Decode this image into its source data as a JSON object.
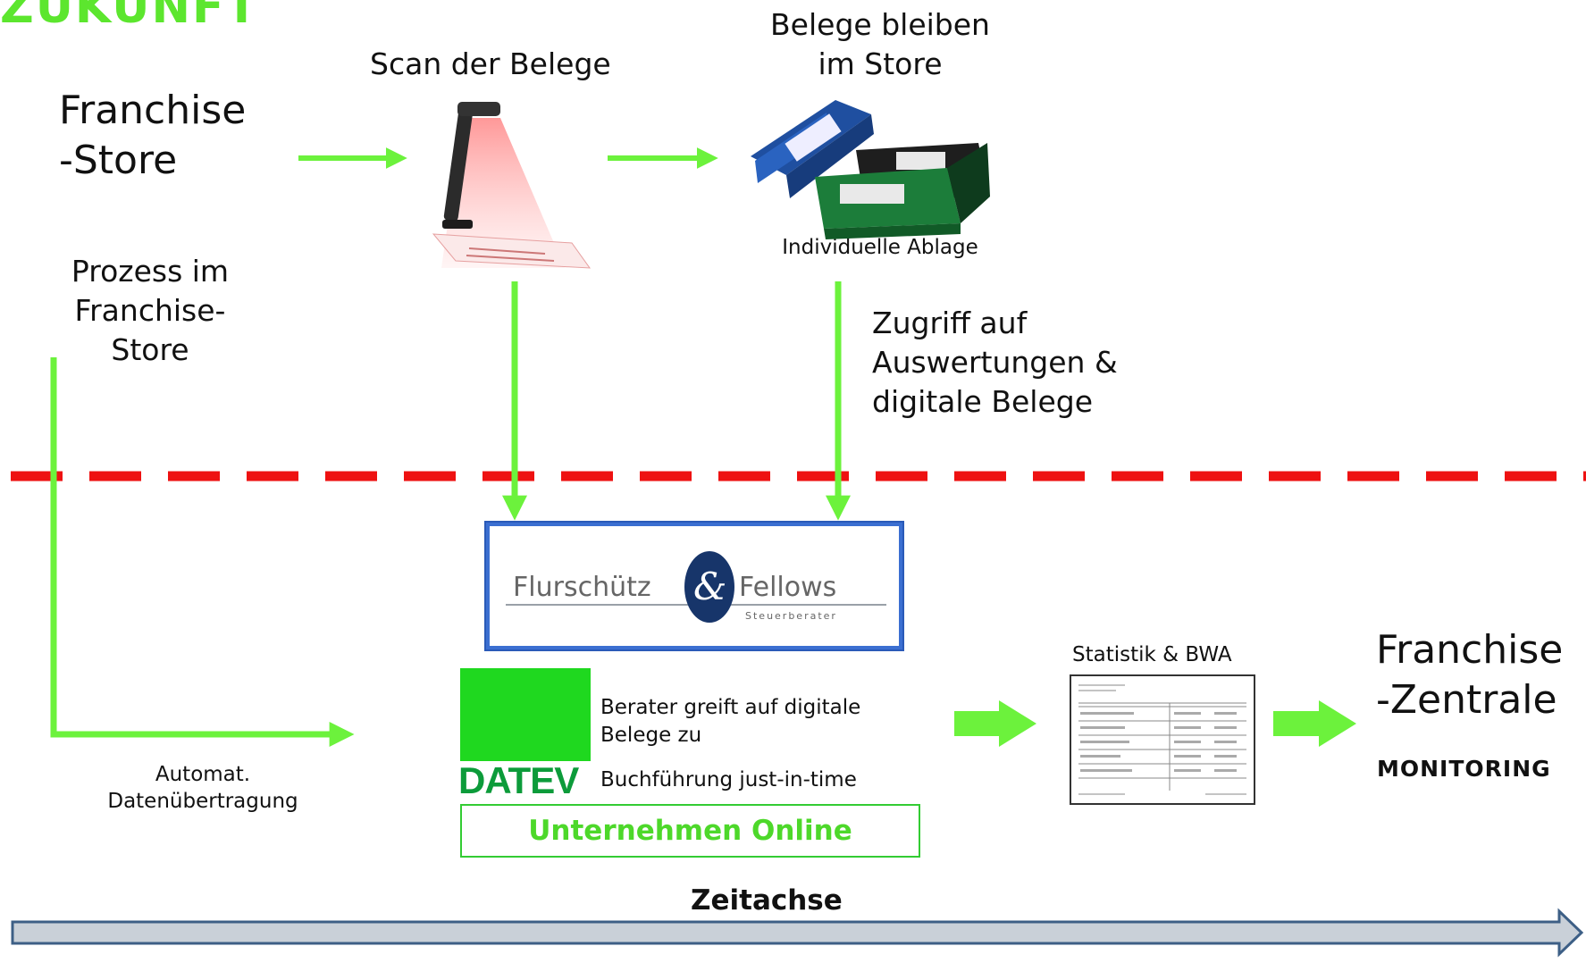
{
  "heading": "ZUKUNFT",
  "store": {
    "line1": "Franchise",
    "line2": "-Store"
  },
  "scan": {
    "label": "Scan der Belege"
  },
  "belege": {
    "line1": "Belege bleiben",
    "line2": "im Store",
    "caption": "Individuelle Ablage"
  },
  "prozess": {
    "line1": "Prozess im",
    "line2": "Franchise-",
    "line3": "Store"
  },
  "zugriff": {
    "line1": "Zugriff auf",
    "line2": "Auswertungen &",
    "line3": "digitale Belege"
  },
  "logo": {
    "name_left": "Flurschütz",
    "ampersand": "&",
    "name_right": "Fellows",
    "sub": "Steuerberater"
  },
  "datev": {
    "word": "DATEV",
    "line1": "Berater greift auf digitale",
    "line2": "Belege zu",
    "line3": "Buchführung just-in-time",
    "box": "Unternehmen Online"
  },
  "automat": {
    "line1": "Automat.",
    "line2": "Datenübertragung"
  },
  "stat": {
    "label": "Statistik & BWA"
  },
  "zentrale": {
    "line1": "Franchise",
    "line2": "-Zentrale",
    "monitoring": "MONITORING"
  },
  "zeitachse": "Zeitachse",
  "colors": {
    "arrow_green": "#6cf23c",
    "dash_red": "#ee1111",
    "timeline_fill": "#c9d0d8",
    "timeline_stroke": "#3d5f86",
    "logo_border": "#3b6fd1"
  },
  "icons": [
    "document-scanner-icon",
    "binders-icon",
    "report-document-icon"
  ]
}
